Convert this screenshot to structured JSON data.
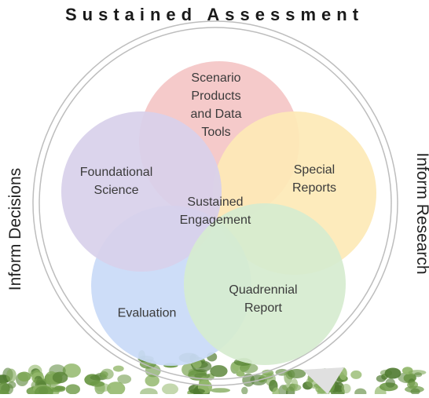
{
  "title": "Sustained Assessment",
  "side_left": "Inform Decisions",
  "side_right": "Inform Research",
  "center_label": [
    "Sustained",
    "Engagement"
  ],
  "petals": [
    {
      "key": "scenario",
      "lines": [
        "Scenario",
        "Products",
        "and Data",
        "Tools"
      ],
      "color": "#f4c6c6"
    },
    {
      "key": "special",
      "lines": [
        "Special",
        "Reports"
      ],
      "color": "#fde9b6"
    },
    {
      "key": "quadrennial",
      "lines": [
        "Quadrennial",
        "Report"
      ],
      "color": "#d6ebcf"
    },
    {
      "key": "evaluation",
      "lines": [
        "Evaluation"
      ],
      "color": "#c9daf7"
    },
    {
      "key": "foundational",
      "lines": [
        "Foundational",
        "Science"
      ],
      "color": "#d8d0ea"
    }
  ],
  "colors": {
    "ring": "#bdbdbd",
    "arrow": "#e0e0e0",
    "foliage": "#5f8a3c",
    "text": "#3a3a3a"
  }
}
